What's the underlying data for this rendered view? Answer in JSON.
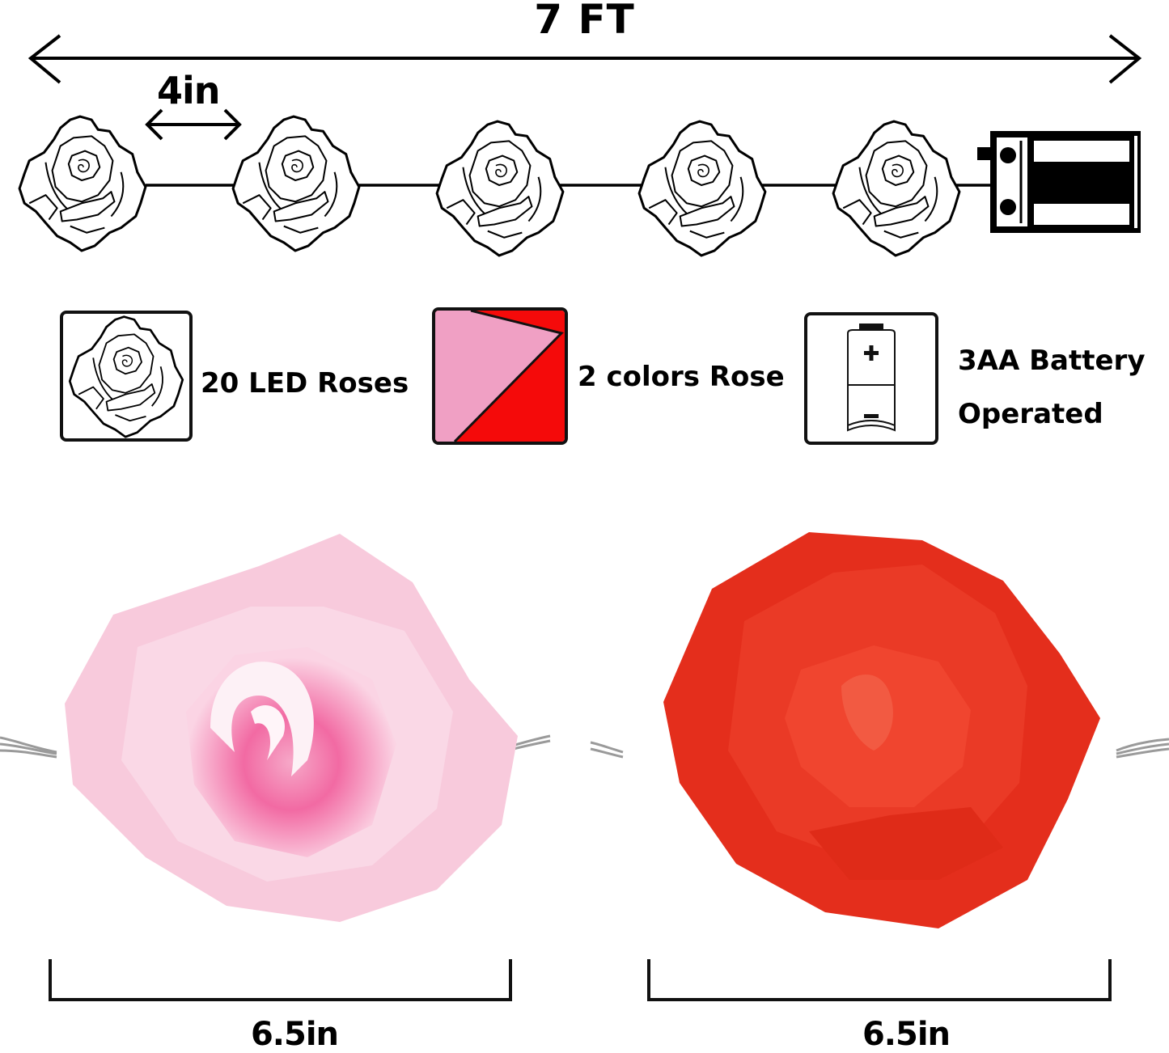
{
  "dimensions": {
    "total_length_label": "7 FT",
    "spacing_label": "4in"
  },
  "diagram": {
    "rose_count_shown": 5,
    "rose_icon": "rose-outline-icon",
    "battery_box_icon": "battery-box-icon"
  },
  "features": [
    {
      "icon": "rose-outline-icon",
      "label": "20 LED Roses"
    },
    {
      "icon": "two-color-swatch-icon",
      "label": "2 colors Rose",
      "colors": [
        "#f0a0c4",
        "#f50a0a"
      ]
    },
    {
      "icon": "battery-icon",
      "label_line1": "3AA Battery",
      "label_line2": "Operated"
    }
  ],
  "photos": [
    {
      "name": "pink-rose",
      "color": "#f7c6da",
      "center_color": "#f26aa3",
      "size_label": "6.5in"
    },
    {
      "name": "red-rose",
      "color": "#e8301e",
      "center_color": "#f0452f",
      "size_label": "6.5in"
    }
  ]
}
